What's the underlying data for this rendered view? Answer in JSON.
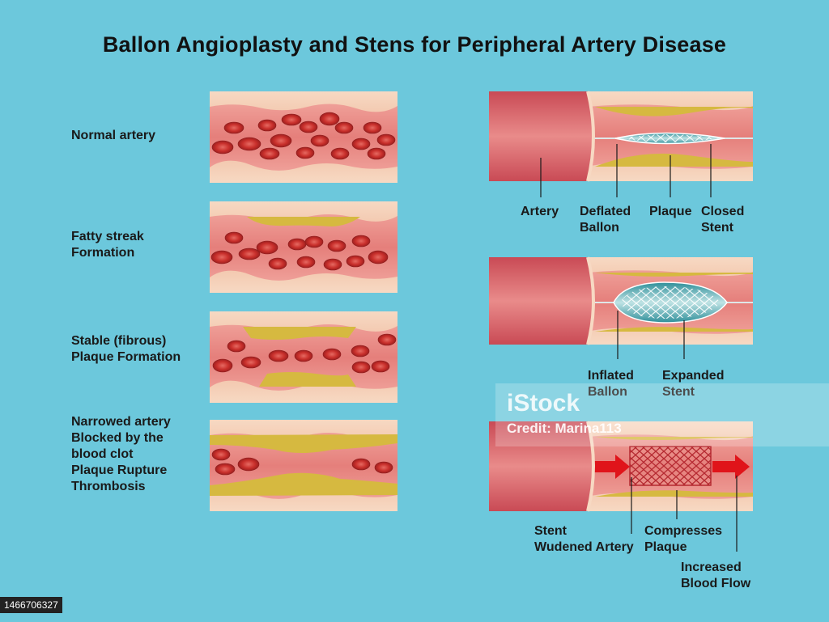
{
  "title": "Ballon Angioplasty and Stens for Peripheral Artery Disease",
  "left_labels": [
    [
      "Normal  artery"
    ],
    [
      "Fatty streak",
      "Formation"
    ],
    [
      "Stable (fibrous)",
      "Plaque Formation"
    ],
    [
      "Narrowed  artery",
      "Blocked by the",
      "blood clot",
      "Plaque Rupture",
      "Thrombosis"
    ]
  ],
  "right_labels": {
    "panel1": {
      "artery": "Artery",
      "deflated": [
        "Deflated",
        "Ballon"
      ],
      "plaque": "Plaque",
      "closed": [
        "Closed",
        "Stent"
      ]
    },
    "panel2": {
      "inflated": [
        "Inflated",
        "Ballon"
      ],
      "expanded": [
        "Expanded",
        "Stent"
      ]
    },
    "panel3": {
      "stent": [
        "Stent",
        "Wudened Artery"
      ],
      "compresses": [
        "Compresses",
        "Plaque"
      ],
      "flow": [
        "Increased",
        "Blood Flow"
      ]
    }
  },
  "watermark": {
    "logo": "iStock",
    "credit": "Credit: Marina113"
  },
  "stock_id": "1466706327",
  "colors": {
    "background": "#6cc8dc",
    "vessel_wall": "#f2c7a9",
    "lumen": "#e98a86",
    "blood_cell": "#c9302c",
    "plaque": "#d6b940",
    "flow_arrow": "#e0141a"
  }
}
